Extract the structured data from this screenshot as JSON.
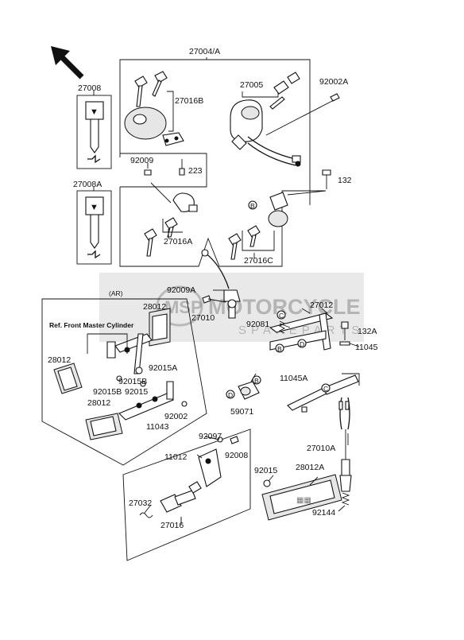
{
  "diagram": {
    "watermark": {
      "brand": "MOTORCYCLE",
      "sub": "SPAREPARTS",
      "logo": "MSP"
    },
    "labels": {
      "p27004A": "27004/A",
      "p27008": "27008",
      "p27016B": "27016B",
      "p27005": "27005",
      "p92002A": "92002A",
      "p92009": "92009",
      "p223": "223",
      "p27008A": "27008A",
      "p132": "132",
      "p27016A": "27016A",
      "p27016C": "27016C",
      "p92009A": "92009A",
      "p27010": "27010",
      "p27012": "27012",
      "p92081": "92081",
      "p132A": "132A",
      "p11045": "11045",
      "pAR": "(AR)",
      "pRefFront": "Ref. Front Master Cylinder",
      "p28012a": "28012",
      "p28012b": "28012",
      "p28012c": "28012",
      "p92015A": "92015A",
      "p92015B": "92015B",
      "p92015": "92015",
      "p92002": "92002",
      "p11043": "11043",
      "p11045A": "11045A",
      "p59071": "59071",
      "p92097": "92097",
      "p92008": "92008",
      "p11012": "11012",
      "p27032": "27032",
      "p27016": "27016",
      "p27010A": "27010A",
      "p28012A": "28012A",
      "p92015b": "92015",
      "p92144": "92144",
      "markB1": "B",
      "markB2": "B",
      "markB3": "B",
      "markC1": "C",
      "markC2": "C",
      "markD1": "D",
      "markD2": "D"
    }
  }
}
